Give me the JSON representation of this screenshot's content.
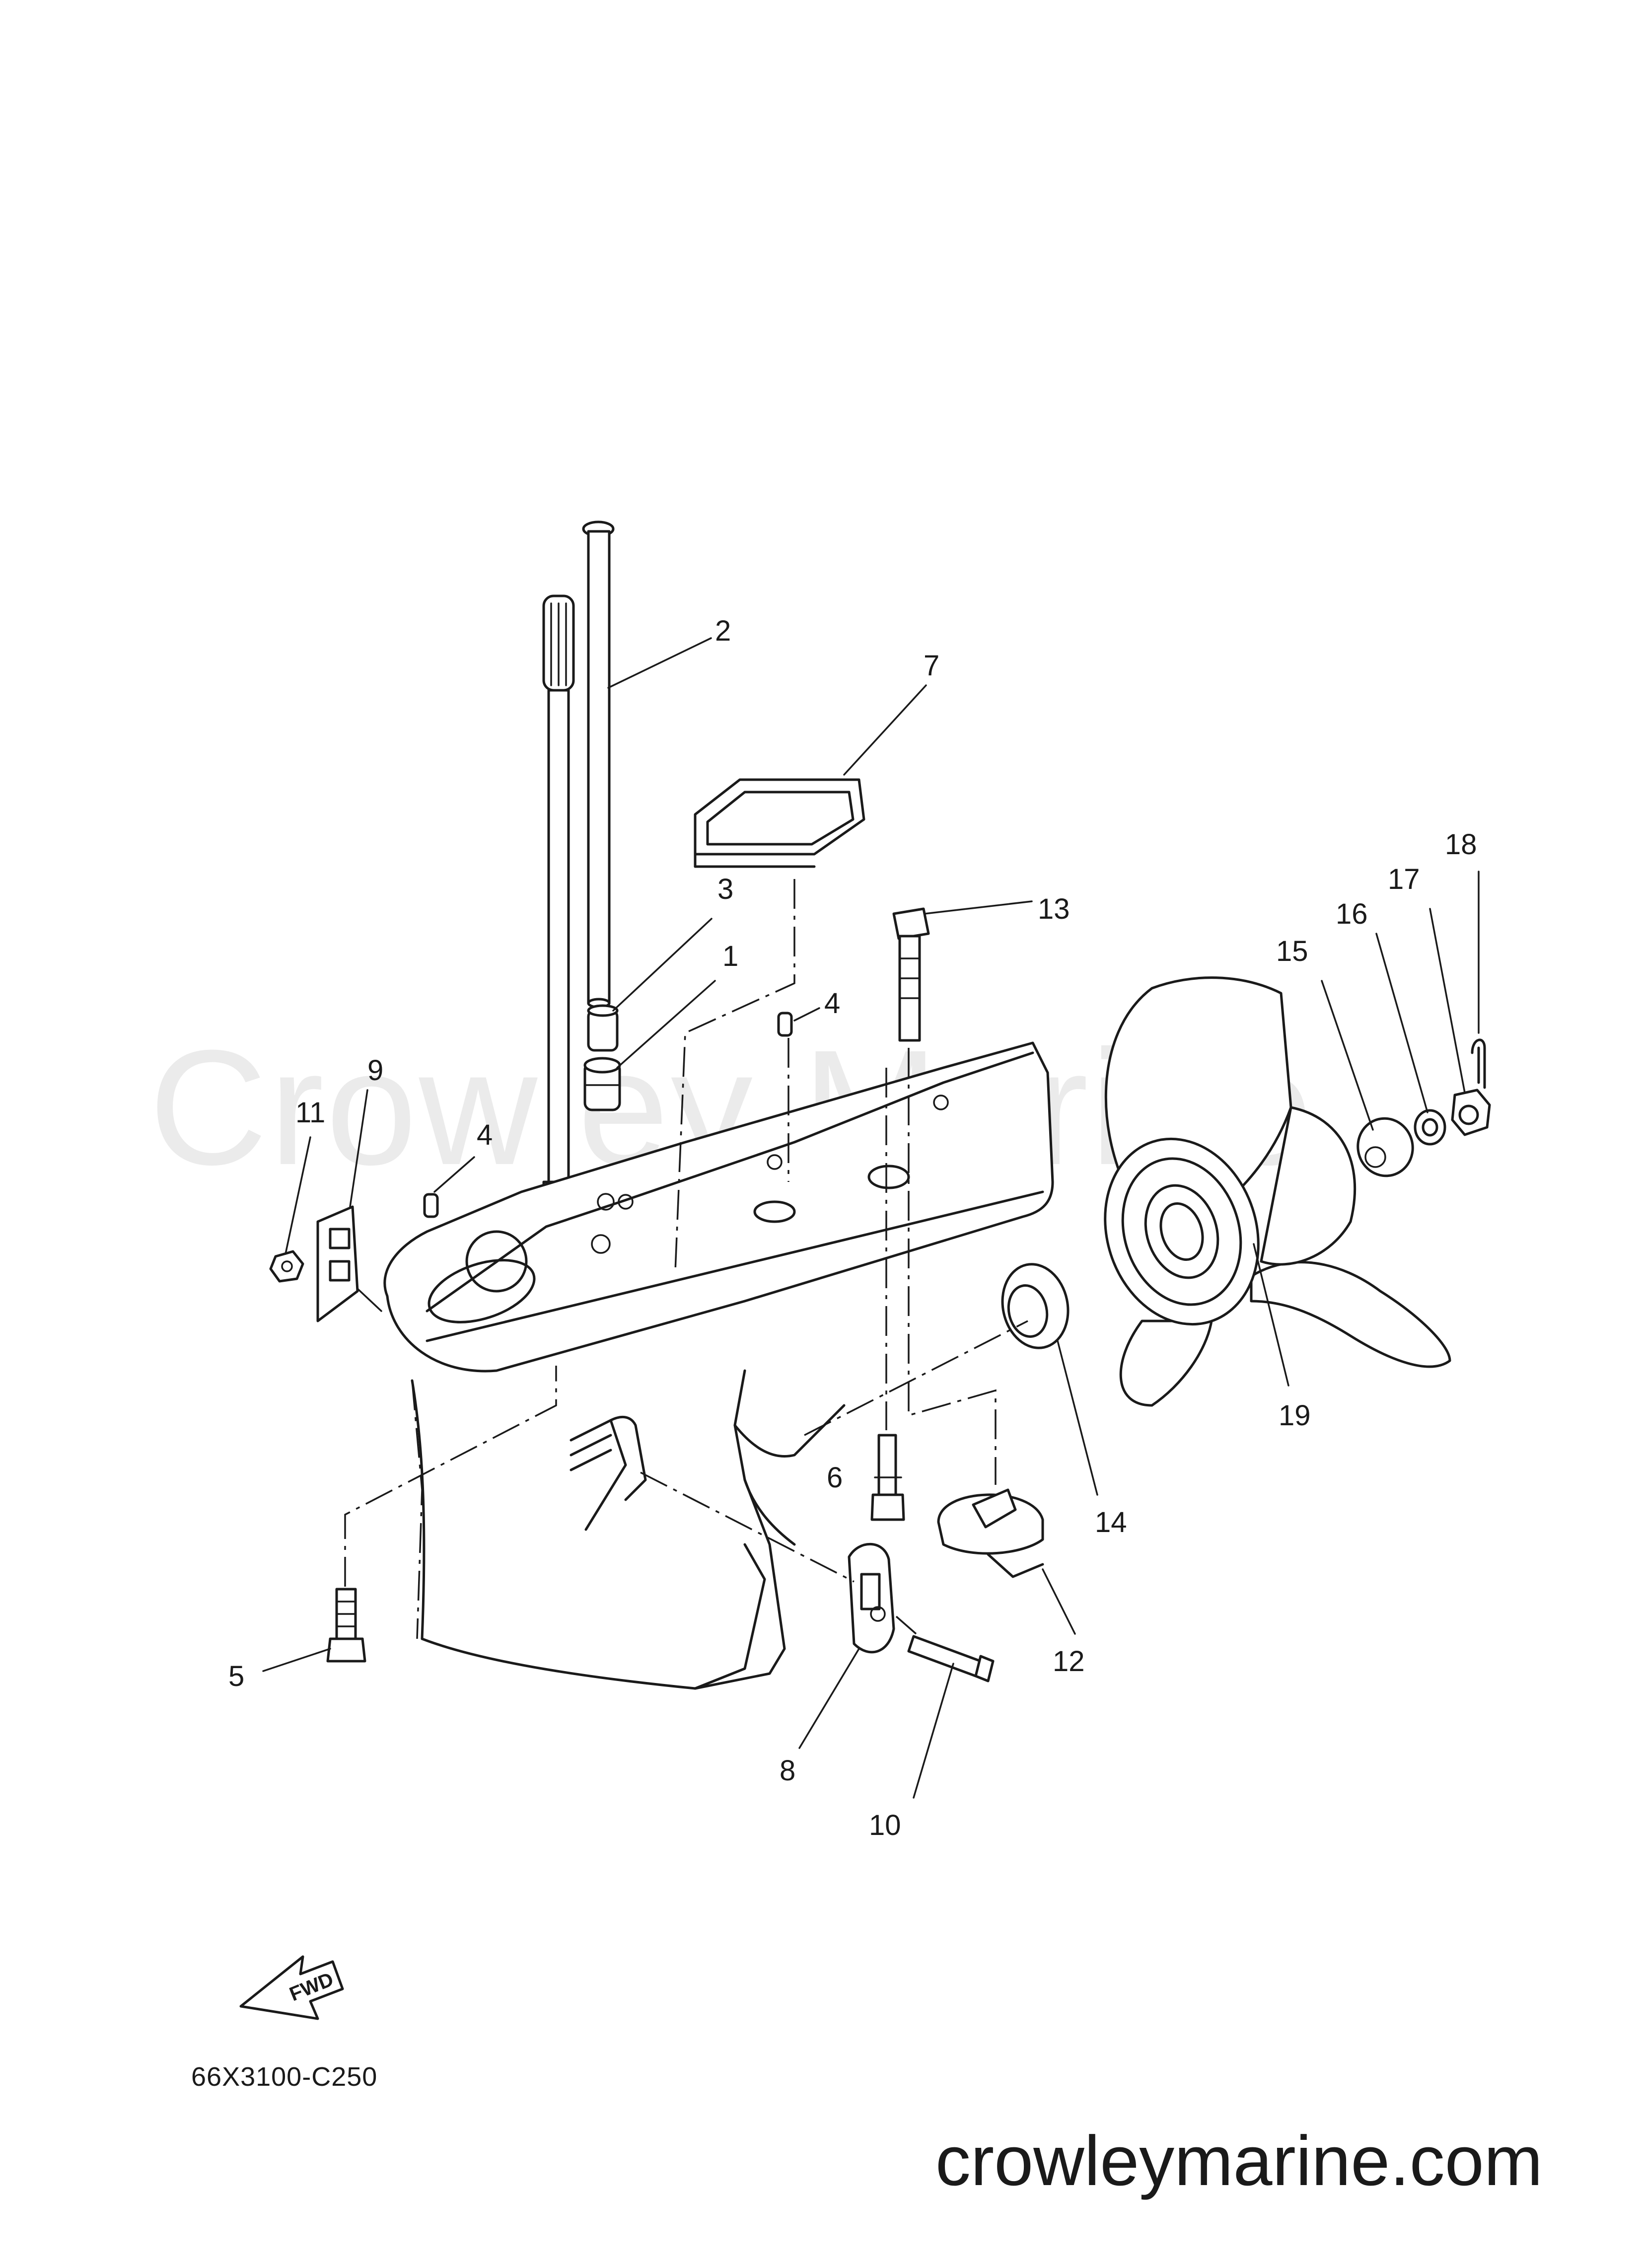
{
  "watermark": "Crowley Marine",
  "website": "crowleymarine.com",
  "diagram_code": "66X3100-C250",
  "fwd_label": "FWD",
  "callouts": [
    {
      "id": "c1",
      "text": "1"
    },
    {
      "id": "c2",
      "text": "2"
    },
    {
      "id": "c3",
      "text": "3"
    },
    {
      "id": "c4a",
      "text": "4"
    },
    {
      "id": "c4b",
      "text": "4"
    },
    {
      "id": "c5",
      "text": "5"
    },
    {
      "id": "c6",
      "text": "6"
    },
    {
      "id": "c7",
      "text": "7"
    },
    {
      "id": "c8",
      "text": "8"
    },
    {
      "id": "c9",
      "text": "9"
    },
    {
      "id": "c10",
      "text": "10"
    },
    {
      "id": "c11",
      "text": "11"
    },
    {
      "id": "c12",
      "text": "12"
    },
    {
      "id": "c13",
      "text": "13"
    },
    {
      "id": "c14",
      "text": "14"
    },
    {
      "id": "c15",
      "text": "15"
    },
    {
      "id": "c16",
      "text": "16"
    },
    {
      "id": "c17",
      "text": "17"
    },
    {
      "id": "c18",
      "text": "18"
    },
    {
      "id": "c19",
      "text": "19"
    }
  ]
}
